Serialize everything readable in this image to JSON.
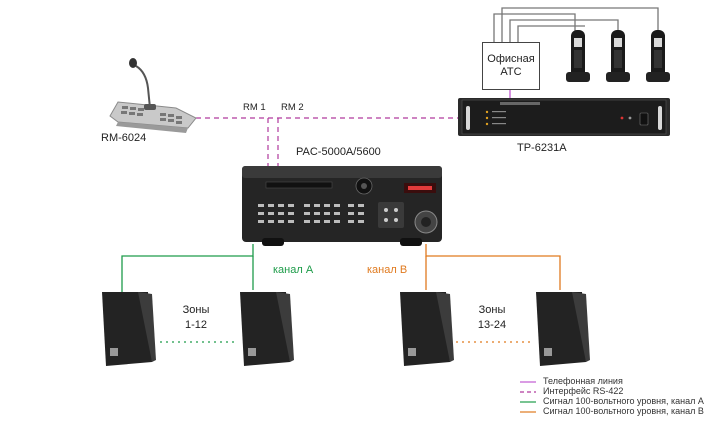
{
  "devices": {
    "mic": "RM-6024",
    "amp": "PAC-5000A/5600",
    "tp": "TP-6231A",
    "ats_line1": "Офисная",
    "ats_line2": "АТС"
  },
  "links": {
    "rm1": "RM 1",
    "rm2": "RM 2"
  },
  "channels": {
    "a": "канал А",
    "b": "канал В"
  },
  "zones": {
    "left_title": "Зоны",
    "left_range": "1-12",
    "right_title": "Зоны",
    "right_range": "13-24"
  },
  "legend": [
    {
      "text": "Телефонная линия",
      "color": "#c15ad1",
      "style": "solid"
    },
    {
      "text": "Интерфейс RS-422",
      "color": "#b03a9e",
      "style": "dashed"
    },
    {
      "text": "Сигнал 100-вольтного уровня, канал А",
      "color": "#1e9c4a",
      "style": "solid"
    },
    {
      "text": "Сигнал 100-вольтного уровня, канал В",
      "color": "#e07a1f",
      "style": "solid"
    }
  ],
  "colors": {
    "phone_line": "#c15ad1",
    "rs422": "#b03a9e",
    "channel_a": "#1e9c4a",
    "channel_b": "#e07a1f"
  }
}
